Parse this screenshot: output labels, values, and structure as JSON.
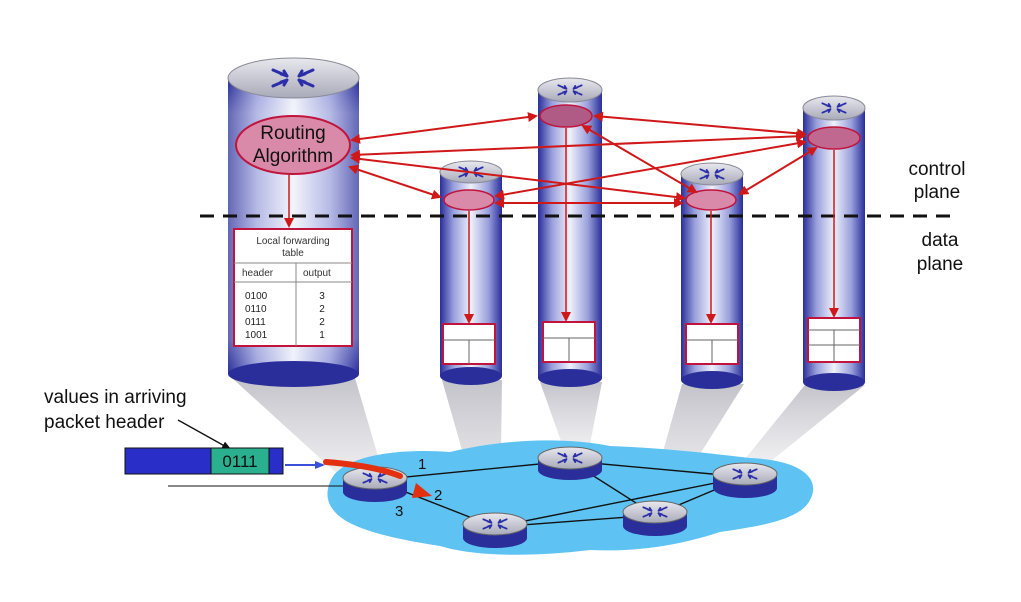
{
  "labels": {
    "routing_line1": "Routing",
    "routing_line2": "Algorithm",
    "control_line1": "control",
    "control_line2": "plane",
    "data_line1": "data",
    "data_line2": "plane",
    "values_line1": "values in arriving",
    "values_line2": "packet header",
    "packet_value": "0111",
    "port1": "1",
    "port2": "2",
    "port3": "3"
  },
  "forwarding_table": {
    "title_line1": "Local forwarding",
    "title_line2": "table",
    "col_header": "header",
    "col_output": "output",
    "rows": [
      {
        "header": "0100",
        "output": "3"
      },
      {
        "header": "0110",
        "output": "2"
      },
      {
        "header": "0111",
        "output": "2"
      },
      {
        "header": "1001",
        "output": "1"
      }
    ]
  },
  "colors": {
    "cylinder_dark": "#2a2e9a",
    "cylinder_light": "#eceef8",
    "control_arrow": "#d01818",
    "ellipse_fill": "#d98aa8",
    "network_cloud": "#5ec3f2",
    "packet_blue": "#2a2ec8",
    "packet_green": "#2ab08e"
  }
}
